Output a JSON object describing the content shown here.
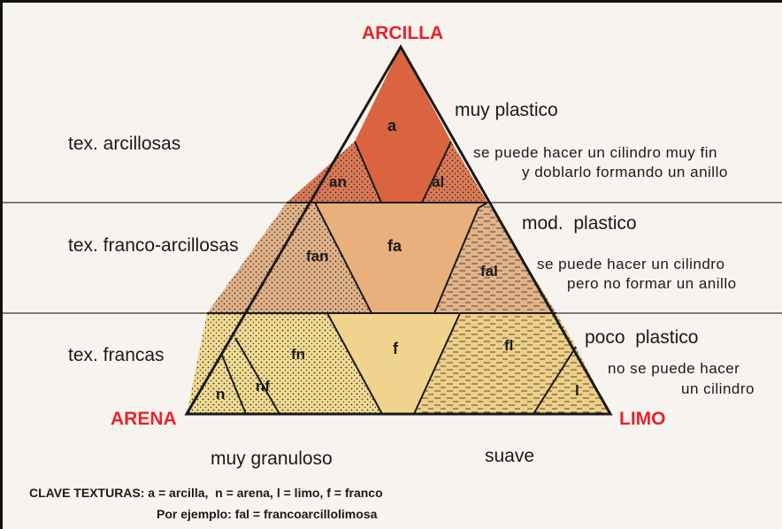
{
  "corners": {
    "top": "ARCILLA",
    "left": "ARENA",
    "right": "LIMO"
  },
  "regions": {
    "a": "a",
    "an": "an",
    "al": "al",
    "fa": "fa",
    "fan": "fan",
    "fal": "fal",
    "f": "f",
    "fn": "fn",
    "fl": "fl",
    "n": "n",
    "nf": "nf",
    "l": "l"
  },
  "left_labels": {
    "arcillosas": "tex. arcillosas",
    "franco_arcillosas": "tex. franco-arcillosas",
    "francas": "tex. francas"
  },
  "right_labels": {
    "muy_plastico": "muy plastico",
    "muy_plastico_note_1": "se puede hacer un cilindro muy fin",
    "muy_plastico_note_2": "y doblarlo formando un anillo",
    "mod_plastico": "mod.  plastico",
    "mod_plastico_note_1": "se puede hacer un cilindro",
    "mod_plastico_note_2": "pero no formar un anillo",
    "poco_plastico": "poco  plastico",
    "poco_plastico_note_1": "no se puede hacer",
    "poco_plastico_note_2": "un cilindro"
  },
  "bottom_labels": {
    "left": "muy granuloso",
    "right": "suave"
  },
  "key": {
    "line1": "CLAVE TEXTURAS: a = arcilla,  n = arena, l = limo, f = franco",
    "line2": "Por ejemplo: fal = francoarcillolimosa"
  },
  "colors": {
    "clay": "#d9643f",
    "clay_dotted": "#dc7a56",
    "fa": "#e8b07c",
    "fan": "#e2b38a",
    "fal": "#e2b38a",
    "f": "#f0d48e",
    "fn": "#f0dc95",
    "fl": "#eecf88",
    "corner_red": "#e8232a"
  }
}
